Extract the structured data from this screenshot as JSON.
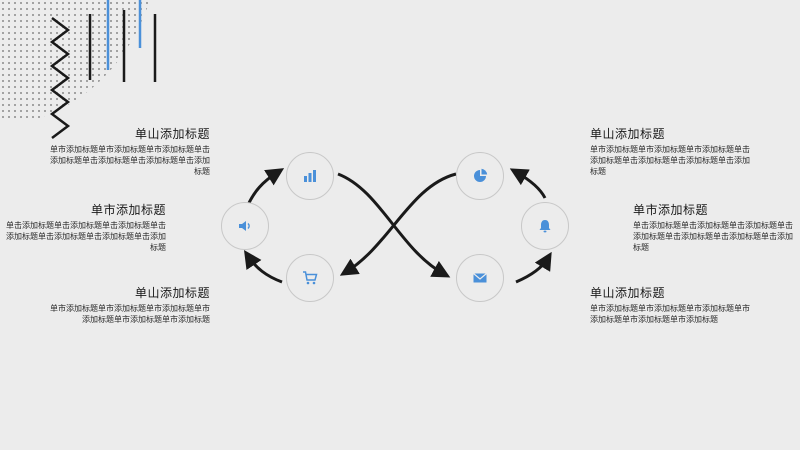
{
  "colors": {
    "background": "#ececec",
    "accent": "#4a90d9",
    "ink": "#1a1a1a",
    "node_border": "#c8c8c8"
  },
  "blocks": {
    "top_left": {
      "title": "单山添加标题",
      "body": "单市添加标题单市添加标题单市添加标题单击添加标题单击添加标题单击添加标题单击添加标题"
    },
    "mid_left": {
      "title": "单市添加标题",
      "body": "单击添加标题单击添加标题单击添加标题单击添加标题单击添加标题单击添加标题单击添加标题"
    },
    "bottom_left": {
      "title": "单山添加标题",
      "body": "单市添加标题单市添加标题单市添加标题单市添加标题单市添加标题单市添加标题"
    },
    "top_right": {
      "title": "单山添加标题",
      "body": "单市添加标题单市添加标题单市添加标题单击添加标题单击添加标题单击添加标题单击添加标题"
    },
    "mid_right": {
      "title": "单市添加标题",
      "body": "单击添加标题单击添加标题单击添加标题单击添加标题单击添加标题单击添加标题单击添加标题"
    },
    "bottom_right": {
      "title": "单山添加标题",
      "body": "单市添加标题单市添加标题单市添加标题单市添加标题单市添加标题单市添加标题"
    }
  },
  "nodes": [
    {
      "id": "top-left",
      "icon": "bar-chart-icon"
    },
    {
      "id": "mid-left",
      "icon": "speaker-icon"
    },
    {
      "id": "bottom-left",
      "icon": "shopping-cart-icon"
    },
    {
      "id": "top-right",
      "icon": "pie-chart-icon"
    },
    {
      "id": "mid-right",
      "icon": "bell-icon"
    },
    {
      "id": "bottom-right",
      "icon": "mail-icon"
    }
  ]
}
